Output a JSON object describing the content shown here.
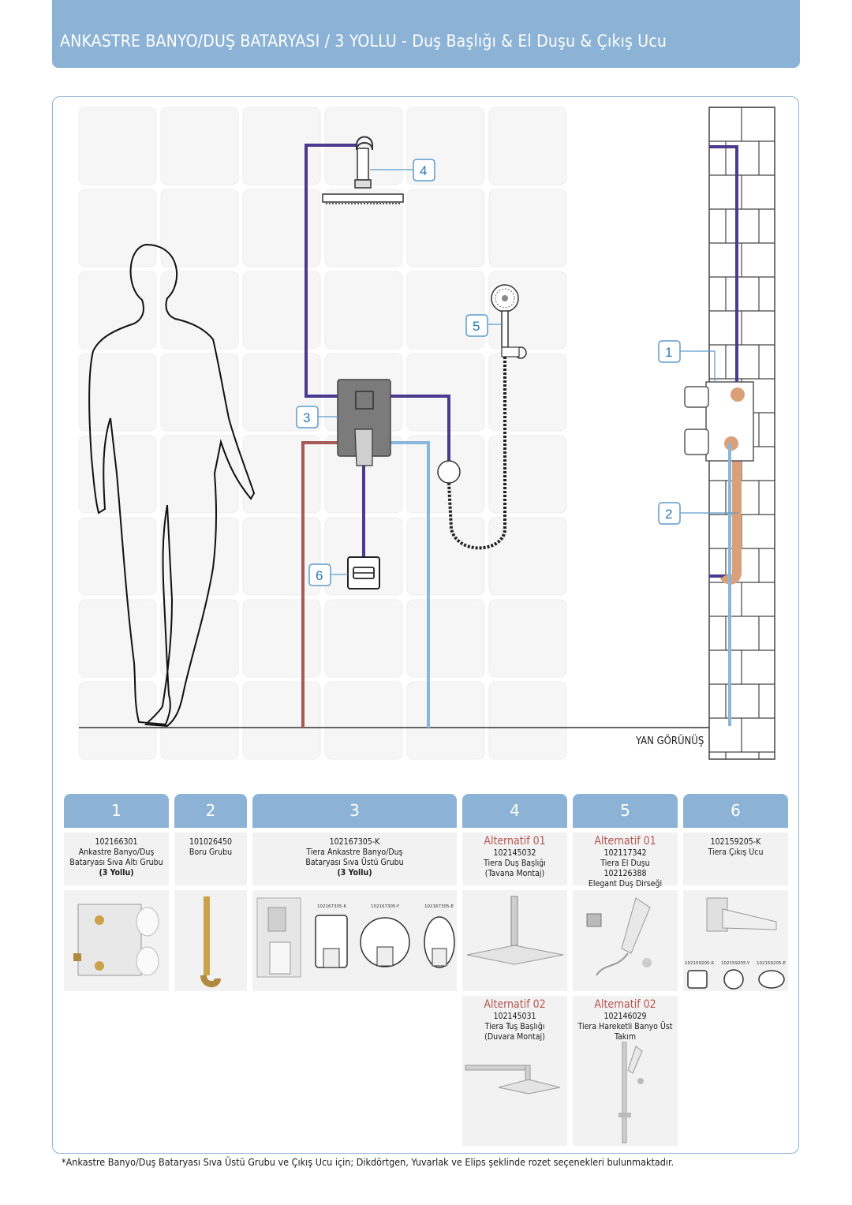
{
  "header": {
    "title": "ANKASTRE BANYO/DUŞ BATARYASI / 3 YOLLU - Duş Başlığı & El Duşu & Çıkış Ucu"
  },
  "diagram": {
    "callouts": [
      "1",
      "2",
      "3",
      "4",
      "5",
      "6"
    ],
    "side_view_label": "YAN GÖRÜNÜŞ",
    "colors": {
      "purple": "#4b3a8f",
      "red": "#a85a5a",
      "blue": "#8ab6db",
      "copper": "#d9a07a",
      "accent": "#8cb3d6"
    }
  },
  "columns": [
    {
      "num": "1",
      "lines": [
        "102166301",
        "Ankastre Banyo/Duş",
        "Bataryası Sıva Altı Grubu"
      ],
      "bold": "(3 Yollu)"
    },
    {
      "num": "2",
      "lines": [
        "101026450",
        "Boru Grubu"
      ],
      "bold": ""
    },
    {
      "num": "3",
      "lines": [
        "102167305-K",
        "Tiera Ankastre Banyo/Duş",
        "Bataryası Sıva Üstü Grubu"
      ],
      "bold": "(3 Yollu)",
      "variants": [
        "102167305-K",
        "102167305-Y",
        "102167305-E"
      ]
    },
    {
      "num": "4",
      "alt": "Alternatif 01",
      "lines": [
        "102145032",
        "Tiera Duş Başlığı",
        "(Tavana Montaj)"
      ],
      "alt2": "Alternatif 02",
      "lines2": [
        "102145031",
        "Tiera Tuş Başlığı",
        "(Duvara Montaj)"
      ]
    },
    {
      "num": "5",
      "alt": "Alternatif 01",
      "lines": [
        "102117342",
        "Tiera El Duşu",
        "102126388",
        "Elegant Duş Dirseği"
      ],
      "alt2": "Alternatif 02",
      "lines2": [
        "102146029",
        "Tiera Hareketli Banyo Üst",
        "Takım"
      ]
    },
    {
      "num": "6",
      "lines": [
        "102159205-K",
        "Tiera Çıkış Ucu"
      ],
      "bold": "",
      "variants": [
        "102159205-K",
        "102159205-Y",
        "102159205-E"
      ]
    }
  ],
  "footnote": "*Ankastre Banyo/Duş Bataryası Sıva Üstü Grubu ve Çıkış Ucu için;  Dikdörtgen, Yuvarlak ve Elips şeklinde rozet seçenekleri bulunmaktadır."
}
